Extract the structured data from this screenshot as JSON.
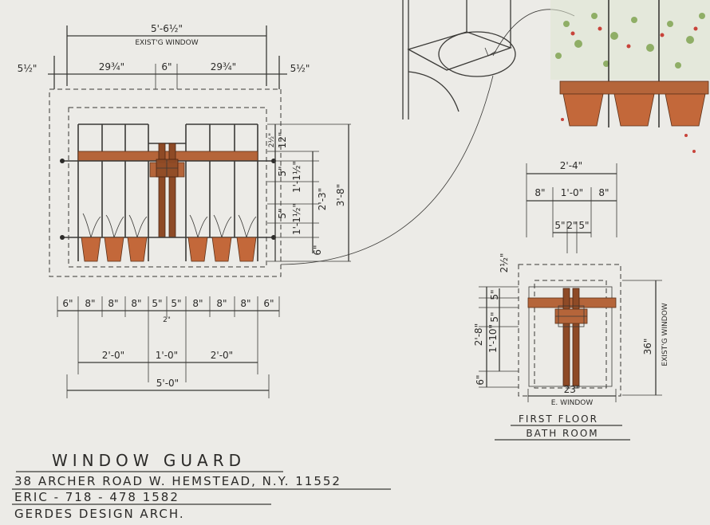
{
  "elevation": {
    "overall_width": "5'-6½\"",
    "overall_caption": "EXIST'G WINDOW",
    "left_offset": "5½\"",
    "right_offset": "5½\"",
    "left_panel": "29¾\"",
    "center_gap": "6\"",
    "right_panel": "29¾\"",
    "right_top_a": "2½\"",
    "right_top_b": "12\"",
    "right_1": "5\"",
    "right_2": "1'-1½\"",
    "right_3": "5\"",
    "right_4": "1'-1½\"",
    "right_5": "6\"",
    "right_outer_a": "2'-3\"",
    "right_outer_b": "3'-8\"",
    "bottom_chain": [
      "6\"",
      "8\"",
      "8\"",
      "8\"",
      "5\"",
      "5\"",
      "8\"",
      "8\"",
      "8\"",
      "6\""
    ],
    "bottom_mid_small": "2\"",
    "bottom_left": "2'-0\"",
    "bottom_center": "1'-0\"",
    "bottom_right": "2'-0\"",
    "bottom_total": "5'-0\""
  },
  "small_detail": {
    "top_total": "2'-4\"",
    "row1": [
      "8\"",
      "1'-0\"",
      "8\""
    ],
    "row2": [
      "5\"",
      "2\"",
      "5\""
    ]
  },
  "bath": {
    "top_small": "2½\"",
    "left_1": "5\"",
    "left_2": "5\"",
    "left_total": "2'-8\"",
    "left_mid": "1'-10\"",
    "left_bottom": "6\"",
    "right_height": "36\"",
    "right_caption": "EXIST'G WINDOW",
    "bottom_width": "23\"",
    "bottom_caption": "E. WINDOW",
    "label_line1": "FIRST FLOOR",
    "label_line2": "BATH ROOM"
  },
  "title_block": {
    "title": "WINDOW GUARD",
    "address": "38 ARCHER ROAD  W. HEMSTEAD, N.Y. 11552",
    "contact": "ERIC - 718 - 478 1582",
    "firm": "GERDES  DESIGN  ARCH."
  }
}
